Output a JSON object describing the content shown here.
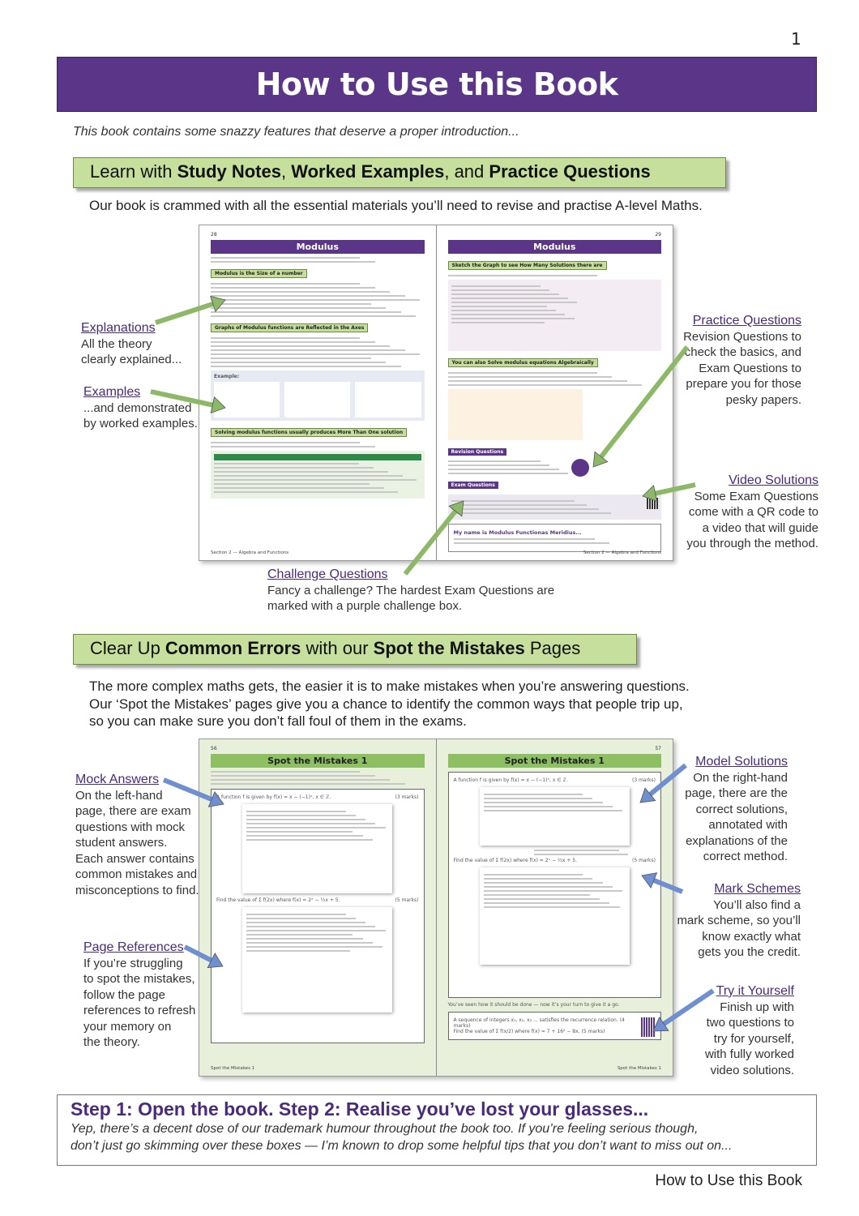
{
  "page_number": "1",
  "title": "How to Use this Book",
  "intro": "This book contains some snazzy features that deserve a proper introduction...",
  "section1": {
    "heading_parts": [
      "Learn with ",
      "Study Notes",
      ", ",
      "Worked Examples",
      ", and ",
      "Practice Questions"
    ],
    "text": "Our book is crammed with all the essential materials you’ll need to revise and practise A-level Maths.",
    "spread": {
      "left": {
        "page": "28",
        "title": "Modulus",
        "heads": [
          "Modulus is the Size of a number",
          "Graphs of Modulus functions are Reflected in the Axes",
          "Solving modulus functions usually produces More Than One solution"
        ],
        "example_label": "Example:",
        "footer": "Section 2 — Algebra and Functions"
      },
      "right": {
        "page": "29",
        "title": "Modulus",
        "heads": [
          "Sketch the Graph to see How Many Solutions there are",
          "You can also Solve modulus equations Algebraically"
        ],
        "revision": "Revision Questions",
        "exam": "Exam Questions",
        "tip_title": "My name is Modulus Functionas Meridius...",
        "footer": "Section 2 — Algebra and Functions"
      }
    },
    "annotations": {
      "explanations": {
        "title": "Explanations",
        "lines": [
          "All the theory",
          "clearly explained..."
        ]
      },
      "examples": {
        "title": "Examples",
        "lines": [
          "...and demonstrated",
          "by worked examples."
        ]
      },
      "practice": {
        "title": "Practice Questions",
        "lines": [
          "Revision Questions to",
          "check the basics, and",
          "Exam Questions to",
          "prepare you for those",
          "pesky papers."
        ]
      },
      "video": {
        "title": "Video Solutions",
        "lines": [
          "Some Exam Questions",
          "come with a QR code to",
          "a video that will guide",
          "you through the method."
        ]
      },
      "challenge": {
        "title": "Challenge Questions",
        "lines": [
          "Fancy a challenge?  The hardest Exam Questions are",
          "marked with a purple challenge box."
        ]
      }
    }
  },
  "section2": {
    "heading_parts": [
      "Clear Up ",
      "Common Errors",
      " with our ",
      "Spot the Mistakes",
      " Pages"
    ],
    "text_lines": [
      "The more complex maths gets, the easier it is to make mistakes when you’re answering questions.",
      "Our ‘Spot the Mistakes’ pages give you a chance to identify the common ways that people trip up,",
      "so you can make sure you don’t fall foul of them in the exams."
    ],
    "spread": {
      "left": {
        "page": "56",
        "title": "Spot the Mistakes 1",
        "q1": "A function f is given by f(x) = x − (−1)ˣ, x ∈ ℤ.",
        "q2": "Find the value of Σ f(2x) where f(x) = 2ˣ − ½x + 5.",
        "marks1": "(3 marks)",
        "marks2": "(5 marks)",
        "footer": "Spot the Mistakes 1"
      },
      "right": {
        "page": "57",
        "title": "Spot the Mistakes 1",
        "q1": "A function f is given by f(x) = x − (−1)ˣ, x ∈ ℤ.",
        "q2": "Find the value of Σ f(2x) where f(x) = 2ˣ − ½x + 5.",
        "try_text": "You’ve seen how it should be done — now it’s your turn to give it a go.",
        "q3": "A sequence of integers x₁, x₂, x₃ ... satisfies the recurrence relation.",
        "q4": "Find the value of Σ f(x/2) where f(x) = 7 + 16² − 8x.",
        "marks1": "(3 marks)",
        "marks2": "(5 marks)",
        "marks3": "(4 marks)",
        "marks4": "(5 marks)",
        "footer": "Spot the Mistakes 1"
      }
    },
    "annotations": {
      "mock": {
        "title": "Mock Answers",
        "lines": [
          "On the left-hand",
          "page, there are exam",
          "questions with mock",
          "student answers.",
          "Each answer contains",
          "common mistakes and",
          "misconceptions to find."
        ]
      },
      "page_refs": {
        "title": "Page References",
        "lines": [
          "If you’re struggling",
          "to spot the mistakes,",
          "follow the page",
          "references to refresh",
          "your memory on",
          "the theory."
        ]
      },
      "model": {
        "title": "Model Solutions",
        "lines": [
          "On the right-hand",
          "page, there are the",
          "correct solutions,",
          "annotated with",
          "explanations of the",
          "correct method."
        ]
      },
      "mark": {
        "title": "Mark Schemes",
        "lines": [
          "You’ll also find a",
          "mark scheme, so you’ll",
          "know exactly what",
          "gets you the credit."
        ]
      },
      "try": {
        "title": "Try it Yourself",
        "lines": [
          "Finish up with",
          "two questions to",
          "try for yourself,",
          "with fully worked",
          "video solutions."
        ]
      }
    }
  },
  "step_box": {
    "title": "Step 1: Open the book.  Step 2: Realise you’ve lost your glasses...",
    "lines": [
      "Yep, there’s a decent dose of our trademark humour throughout the book too.  If you’re feeling serious though,",
      "don’t just go skimming over these boxes — I’m known to drop some helpful tips that you don’t want to miss out on..."
    ]
  },
  "footer": "How to Use this Book",
  "colors": {
    "purple": "#5b3688",
    "green_box": "#c6df9c",
    "arrow_green": "#8db868",
    "arrow_blue": "#6f8fd0",
    "spot_bg": "#e8f0dc"
  }
}
